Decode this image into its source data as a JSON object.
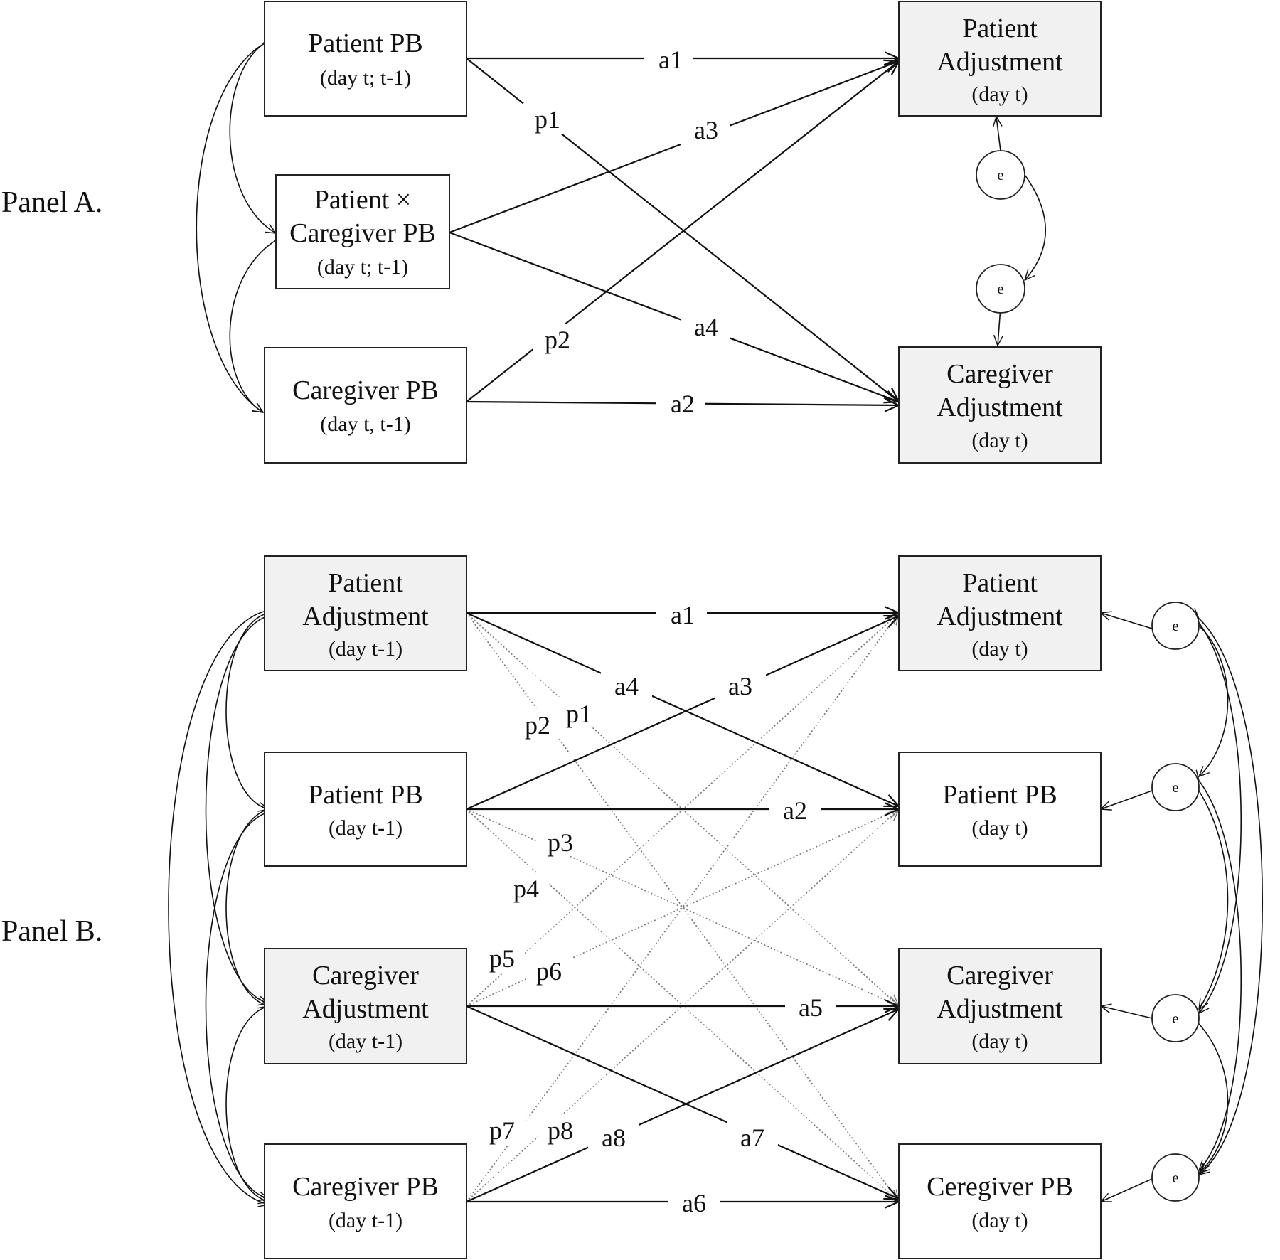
{
  "panels": {
    "a": {
      "label": "Panel A.",
      "boxes": {
        "patient_pb": {
          "line1": "Patient PB",
          "line2": "",
          "line3": "(day t; t-1)"
        },
        "interaction": {
          "line1": "Patient ×",
          "line2": "Caregiver PB",
          "line3": "(day t; t-1)"
        },
        "caregiver_pb": {
          "line1": "Caregiver PB",
          "line2": "",
          "line3": "(day t, t-1)"
        },
        "patient_adj": {
          "line1": "Patient",
          "line2": "Adjustment",
          "line3": "(day t)"
        },
        "caregiver_adj": {
          "line1": "Caregiver",
          "line2": "Adjustment",
          "line3": "(day t)"
        }
      },
      "paths": {
        "a1": "a1",
        "a2": "a2",
        "a3": "a3",
        "a4": "a4",
        "p1": "p1",
        "p2": "p2"
      },
      "error": "e"
    },
    "b": {
      "label": "Panel B.",
      "left_boxes": {
        "patient_adj": {
          "line1": "Patient",
          "line2": "Adjustment",
          "line3": "(day t-1)"
        },
        "patient_pb": {
          "line1": "Patient PB",
          "line2": "",
          "line3": "(day t-1)"
        },
        "caregiver_adj": {
          "line1": "Caregiver",
          "line2": "Adjustment",
          "line3": "(day t-1)"
        },
        "caregiver_pb": {
          "line1": "Caregiver PB",
          "line2": "",
          "line3": "(day t-1)"
        }
      },
      "right_boxes": {
        "patient_adj": {
          "line1": "Patient",
          "line2": "Adjustment",
          "line3": "(day t)"
        },
        "patient_pb": {
          "line1": "Patient PB",
          "line2": "",
          "line3": "(day t)"
        },
        "caregiver_adj": {
          "line1": "Caregiver",
          "line2": "Adjustment",
          "line3": "(day t)"
        },
        "caregiver_pb": {
          "line1": "Ceregiver PB",
          "line2": "",
          "line3": "(day t)"
        }
      },
      "paths": {
        "a1": "a1",
        "a2": "a2",
        "a3": "a3",
        "a4": "a4",
        "a5": "a5",
        "a6": "a6",
        "a7": "a7",
        "a8": "a8",
        "p1": "p1",
        "p2": "p2",
        "p3": "p3",
        "p4": "p4",
        "p5": "p5",
        "p6": "p6",
        "p7": "p7",
        "p8": "p8"
      },
      "error": "e"
    }
  }
}
